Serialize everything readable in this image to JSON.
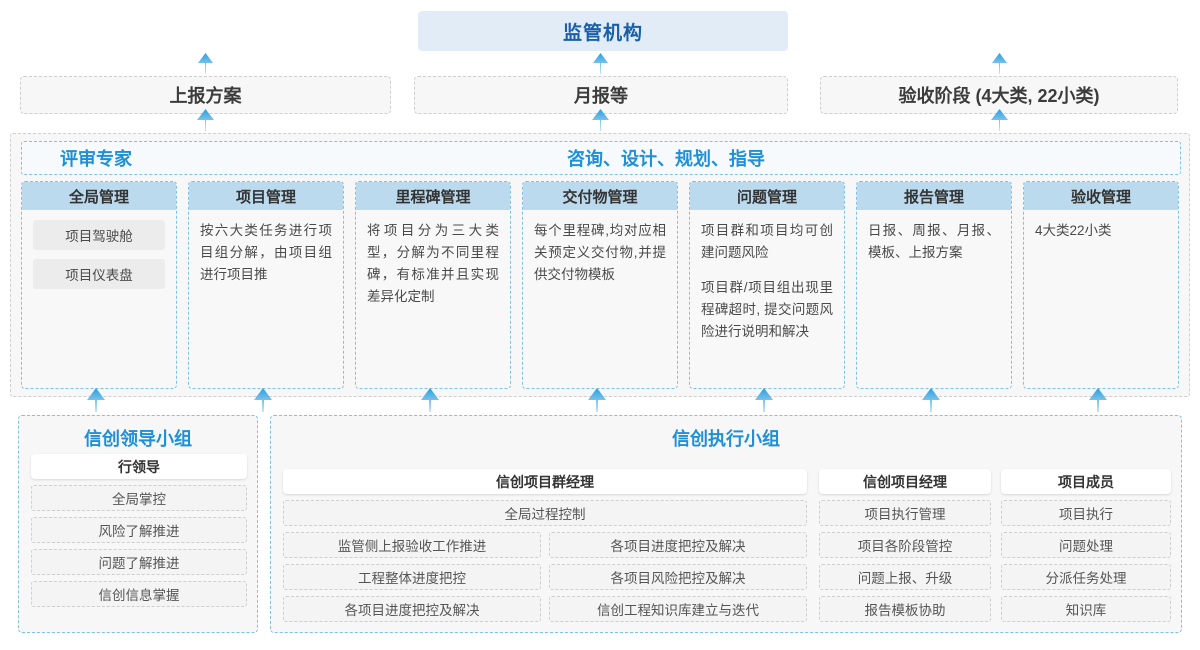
{
  "regulator": {
    "label": "监管机构"
  },
  "report_row": [
    {
      "label": "上报方案"
    },
    {
      "label": "月报等"
    },
    {
      "label": "验收阶段 (4大类, 22小类)"
    }
  ],
  "mid_header": {
    "left_title": "评审专家",
    "center_title": "咨询、设计、规划、指导"
  },
  "columns": [
    {
      "title": "全局管理",
      "chips": [
        "项目驾驶舱",
        "项目仪表盘"
      ],
      "paras": []
    },
    {
      "title": "项目管理",
      "chips": [],
      "paras": [
        "按六大类任务进行项目组分解，由项目组进行项目推"
      ]
    },
    {
      "title": "里程碑管理",
      "chips": [],
      "paras": [
        "将项目分为三大类型，分解为不同里程碑，有标准并且实现差异化定制"
      ]
    },
    {
      "title": "交付物管理",
      "chips": [],
      "paras": [
        "每个里程碑,均对应相关预定义交付物,并提供交付物模板"
      ]
    },
    {
      "title": "问题管理",
      "chips": [],
      "paras": [
        "项目群和项目均可创建问题风险",
        "项目群/项目组出现里程碑超时, 提交问题风险进行说明和解决"
      ]
    },
    {
      "title": "报告管理",
      "chips": [],
      "paras": [
        "日报、周报、月报、模板、上报方案"
      ]
    },
    {
      "title": "验收管理",
      "chips": [],
      "paras": [
        "4大类22小类"
      ]
    }
  ],
  "bottom": {
    "leader_group": {
      "title": "信创领导小组",
      "role": "行领导",
      "tasks": [
        "全局掌控",
        "风险了解推进",
        "问题了解推进",
        "信创信息掌握"
      ]
    },
    "exec_group": {
      "title": "信创执行小组",
      "program_manager": {
        "role": "信创项目群经理",
        "wide_task": "全局过程控制",
        "left_tasks": [
          "监管侧上报验收工作推进",
          "工程整体进度把控",
          "各项目进度把控及解决"
        ],
        "right_tasks": [
          "各项目进度把控及解决",
          "各项目风险把控及解决",
          "信创工程知识库建立与迭代"
        ]
      },
      "project_manager": {
        "role": "信创项目经理",
        "tasks": [
          "项目执行管理",
          "项目各阶段管控",
          "问题上报、升级",
          "报告模板协助"
        ]
      },
      "project_member": {
        "role": "项目成员",
        "tasks": [
          "项目执行",
          "问题处理",
          "分派任务处理",
          "知识库"
        ]
      }
    }
  },
  "colors": {
    "accent_blue": "#1f90d8",
    "title_blue": "#1a5fa8",
    "header_fill": "#bcdaed",
    "regulator_fill": "#e2ecf7",
    "arrow_top": "#2a9fe0",
    "arrow_bottom": "#bfe2f5"
  },
  "icons": {
    "arrow": "arrow-up-icon"
  }
}
